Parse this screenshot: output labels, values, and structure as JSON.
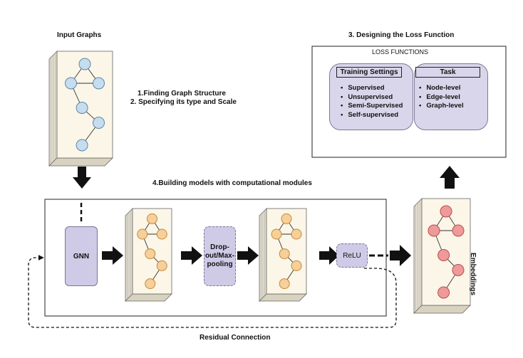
{
  "input_graphs_label": "Input Graphs",
  "step1_label": "1.Finding Graph Structure",
  "step2_label": "2. Specifying its type and Scale",
  "step3_label": "3. Designing the Loss Function",
  "step4_label": "4.Building models with computational modules",
  "loss_functions": {
    "title": "LOSS FUNCTIONS",
    "training_settings": {
      "header": "Training Settings",
      "items": [
        "Supervised",
        "Unsupervised",
        "Semi-Supervised",
        "Self-supervised"
      ]
    },
    "task": {
      "header": "Task",
      "items": [
        "Node-level",
        "Edge-level",
        "Graph-level"
      ]
    }
  },
  "modules": {
    "gnn": "GNN",
    "dropout": "Drop-out/Max-pooling",
    "relu": "ReLU"
  },
  "embeddings_label": "Embeddings",
  "residual_label": "Residual  Connection",
  "colors": {
    "input_node": "#c6ddef",
    "hidden_node": "#f6cf9a",
    "output_node": "#ef9a9a",
    "module_fill": "#cfcae6",
    "panel_fill": "#d9d5ea",
    "card_face": "#fbf6e7",
    "card_side": "#e6e0d0"
  }
}
